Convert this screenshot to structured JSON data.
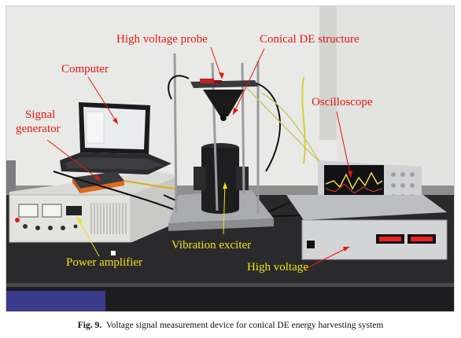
{
  "labels": {
    "high_voltage_probe": "High voltage probe",
    "conical_de_structure": "Conical DE structure",
    "computer": "Computer",
    "signal_generator_line1": "Signal",
    "signal_generator_line2": "generator",
    "oscilloscope": "Oscilloscope",
    "vibration_exciter": "Vibration exciter",
    "power_amplifier": "Power amplifier",
    "high_voltage": "High voltage"
  },
  "caption": {
    "figure_label": "Fig. 9.",
    "text": "Voltage signal measurement device for conical DE energy harvesting system"
  },
  "colors": {
    "label_red": "#e3170f",
    "label_yellow": "#f2e01a",
    "arrow_red": "#e3170f",
    "arrow_yellow": "#f2e01a"
  }
}
